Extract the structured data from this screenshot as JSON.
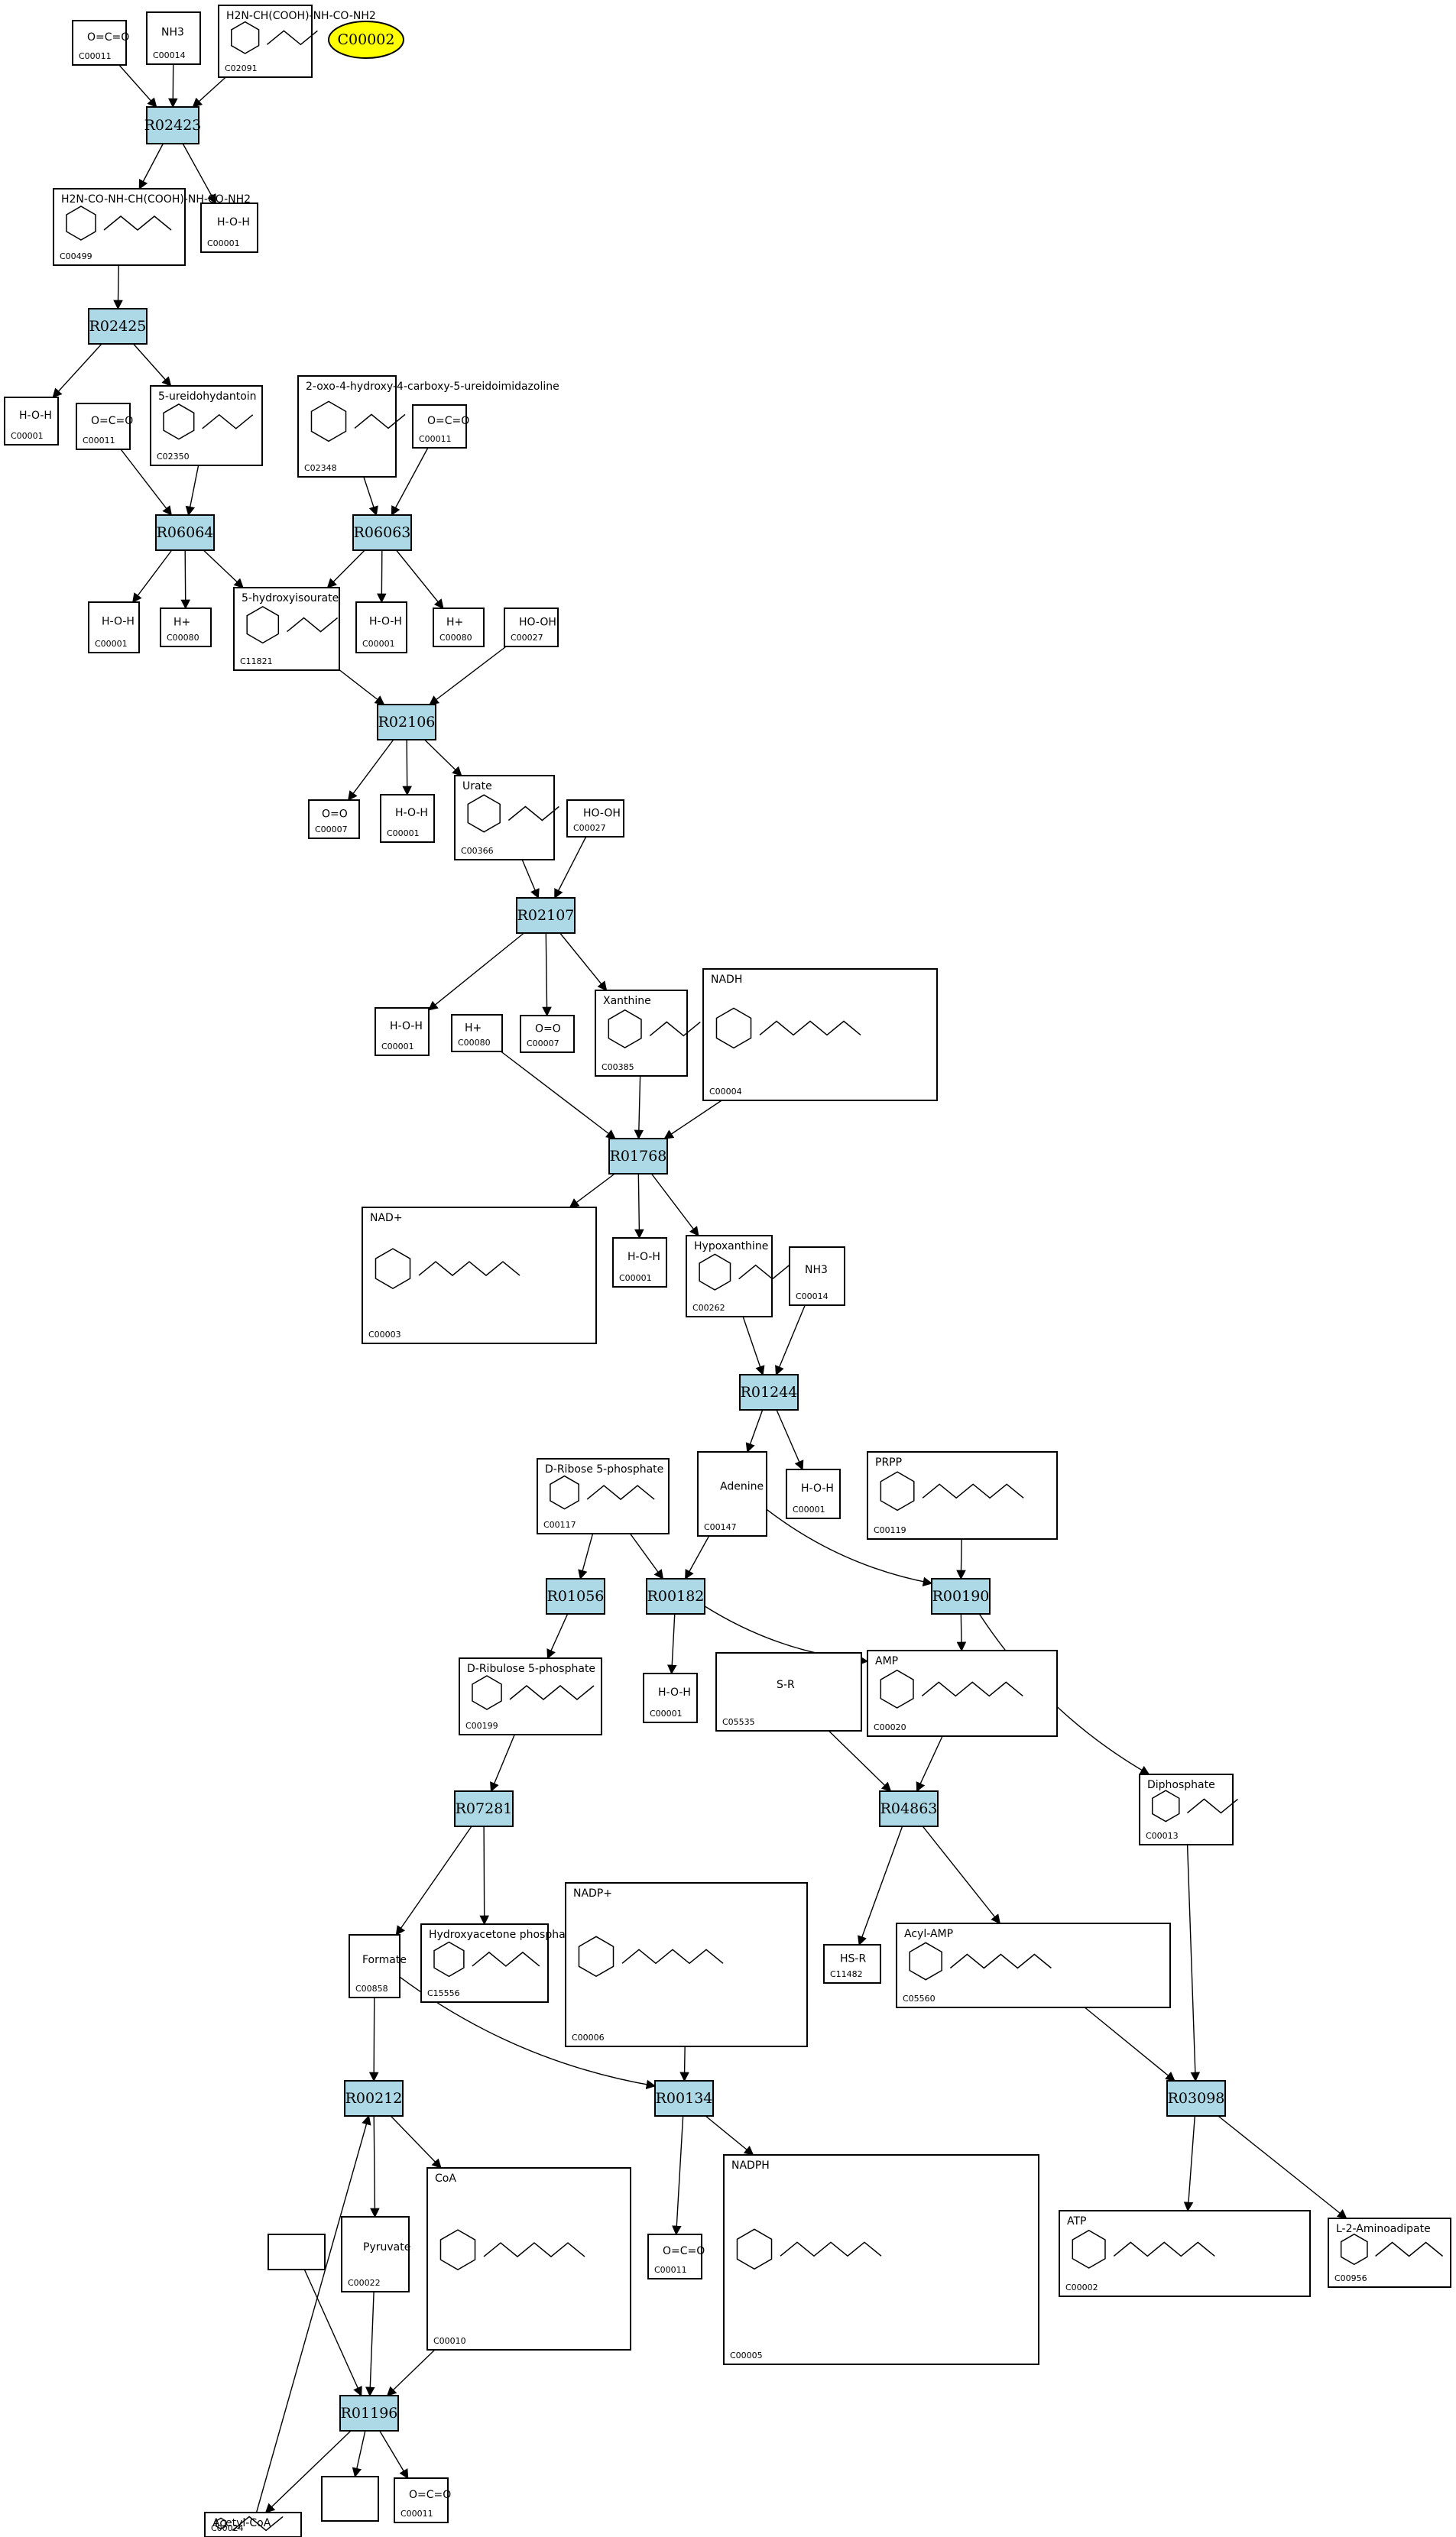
{
  "pathway": {
    "highlight": {
      "label": "C00002",
      "color": "#ffff00"
    },
    "reaction_color": "#add8e6",
    "reactions": [
      "R02423",
      "R02425",
      "R06064",
      "R06063",
      "R02106",
      "R02107",
      "R01768",
      "R01244",
      "R01056",
      "R00182",
      "R00190",
      "R07281",
      "R04863",
      "R00212",
      "R00134",
      "R03098",
      "R01196"
    ],
    "compounds": [
      {
        "id": "n1",
        "code": "C00011",
        "formula": "O=C=O"
      },
      {
        "id": "n2",
        "code": "C00014",
        "formula": "NH3"
      },
      {
        "id": "n3",
        "code": "C02091",
        "formula": "H2N-CH(COOH)-NH-CO-NH2"
      },
      {
        "id": "n4",
        "code": "C00499",
        "formula": "H2N-CO-NH-CH(COOH)-NH-CO-NH2"
      },
      {
        "id": "n5",
        "code": "C00001",
        "formula": "H-O-H"
      },
      {
        "id": "n6",
        "code": "C00001",
        "formula": "H-O-H"
      },
      {
        "id": "n7",
        "code": "C00011",
        "formula": "O=C=O"
      },
      {
        "id": "n8",
        "code": "C02350",
        "formula": "5-ureidohydantoin"
      },
      {
        "id": "n9",
        "code": "C02348",
        "formula": "2-oxo-4-hydroxy-4-carboxy-5-ureidoimidazoline"
      },
      {
        "id": "n10",
        "code": "C00011",
        "formula": "O=C=O"
      },
      {
        "id": "n11",
        "code": "C00001",
        "formula": "H-O-H"
      },
      {
        "id": "n12",
        "code": "C00080",
        "formula": "H+"
      },
      {
        "id": "n13",
        "code": "C11821",
        "formula": "5-hydroxyisourate"
      },
      {
        "id": "n14",
        "code": "C00001",
        "formula": "H-O-H"
      },
      {
        "id": "n15",
        "code": "C00080",
        "formula": "H+"
      },
      {
        "id": "n16",
        "code": "C00027",
        "formula": "HO-OH"
      },
      {
        "id": "n17",
        "code": "C00007",
        "formula": "O=O"
      },
      {
        "id": "n18",
        "code": "C00001",
        "formula": "H-O-H"
      },
      {
        "id": "n19",
        "code": "C00366",
        "formula": "Urate"
      },
      {
        "id": "n20",
        "code": "C00027",
        "formula": "HO-OH"
      },
      {
        "id": "n21",
        "code": "C00001",
        "formula": "H-O-H"
      },
      {
        "id": "n22",
        "code": "C00080",
        "formula": "H+"
      },
      {
        "id": "n23",
        "code": "C00007",
        "formula": "O=O"
      },
      {
        "id": "n24",
        "code": "C00385",
        "formula": "Xanthine"
      },
      {
        "id": "n25",
        "code": "C00004",
        "formula": "NADH"
      },
      {
        "id": "n26",
        "code": "C00003",
        "formula": "NAD+"
      },
      {
        "id": "n27",
        "code": "C00001",
        "formula": "H-O-H"
      },
      {
        "id": "n28",
        "code": "C00262",
        "formula": "Hypoxanthine"
      },
      {
        "id": "n29",
        "code": "C00014",
        "formula": "NH3"
      },
      {
        "id": "n30",
        "code": "C00117",
        "formula": "D-Ribose 5-phosphate"
      },
      {
        "id": "n31",
        "code": "C00147",
        "formula": "Adenine"
      },
      {
        "id": "n32",
        "code": "C00001",
        "formula": "H-O-H"
      },
      {
        "id": "n33",
        "code": "C00119",
        "formula": "PRPP"
      },
      {
        "id": "n34",
        "code": "C00199",
        "formula": "D-Ribulose 5-phosphate"
      },
      {
        "id": "n35",
        "code": "C00001",
        "formula": "H-O-H"
      },
      {
        "id": "n36",
        "code": "C05535",
        "formula": "S-R"
      },
      {
        "id": "n37",
        "code": "C00020",
        "formula": "AMP"
      },
      {
        "id": "n38",
        "code": "C00013",
        "formula": "Diphosphate"
      },
      {
        "id": "n39",
        "code": "C00858",
        "formula": "Formate"
      },
      {
        "id": "n40",
        "code": "C15556",
        "formula": "Hydroxyacetone phosphate"
      },
      {
        "id": "n41",
        "code": "C00006",
        "formula": "NADP+"
      },
      {
        "id": "n42",
        "code": "C11482",
        "formula": "HS-R"
      },
      {
        "id": "n43",
        "code": "C05560",
        "formula": "Acyl-AMP"
      },
      {
        "id": "n44",
        "code": "C00022",
        "formula": "Pyruvate"
      },
      {
        "id": "n45",
        "code": "C00010",
        "formula": "CoA"
      },
      {
        "id": "n46",
        "code": "C00011",
        "formula": "O=C=O"
      },
      {
        "id": "n47",
        "code": "C00005",
        "formula": "NADPH"
      },
      {
        "id": "n48",
        "code": "C00002",
        "formula": "ATP"
      },
      {
        "id": "n49",
        "code": "C00956",
        "formula": "L-2-Aminoadipate"
      },
      {
        "id": "n50",
        "code": "",
        "formula": ""
      },
      {
        "id": "n51",
        "code": "C00024",
        "formula": "Acetyl-CoA"
      },
      {
        "id": "n52",
        "code": "",
        "formula": ""
      },
      {
        "id": "n53",
        "code": "C00011",
        "formula": "O=C=O"
      }
    ]
  }
}
